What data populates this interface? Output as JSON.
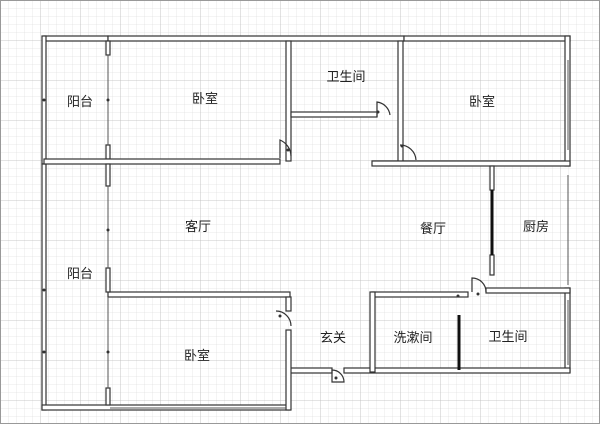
{
  "colors": {
    "background": "#ffffff",
    "grid_minor": "#d4d4d4",
    "grid_major": "#bdbdbd",
    "wall_fill": "#ffffff",
    "wall_stroke": "#333333",
    "window_line": "#555555",
    "label_text": "#222222"
  },
  "rooms": {
    "balcony_top": "阳台",
    "bedroom_top_left": "卧室",
    "bathroom_top": "卫生间",
    "bedroom_top_right": "卧室",
    "living_room": "客厅",
    "dining_room": "餐厅",
    "kitchen": "厨房",
    "balcony_bottom": "阳台",
    "bedroom_bottom": "卧室",
    "entrance": "玄关",
    "laundry_room": "洗漱间",
    "bathroom_bottom": "卫生间"
  }
}
